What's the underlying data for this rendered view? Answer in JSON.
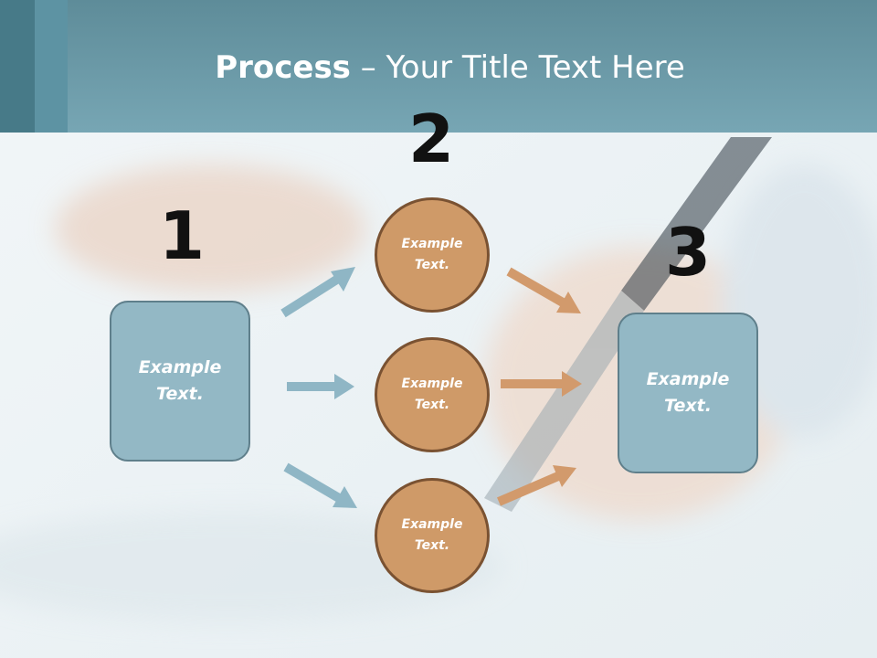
{
  "title": {
    "bold": "Process",
    "rest": " – Your Title Text Here"
  },
  "steps": [
    {
      "number": "1"
    },
    {
      "number": "2"
    },
    {
      "number": "3"
    }
  ],
  "left_box": {
    "line1": "Example",
    "line2": "Text."
  },
  "circles": [
    {
      "line1": "Example",
      "line2": "Text."
    },
    {
      "line1": "Example",
      "line2": "Text."
    },
    {
      "line1": "Example",
      "line2": "Text."
    }
  ],
  "right_box": {
    "line1": "Example",
    "line2": "Text."
  },
  "colors": {
    "header": "#6f9fad",
    "box_fill": "#93b8c5",
    "circle_fill": "#cf9a68",
    "blue_arrow": "#8fb6c5",
    "orange_arrow": "#d29a6c"
  }
}
